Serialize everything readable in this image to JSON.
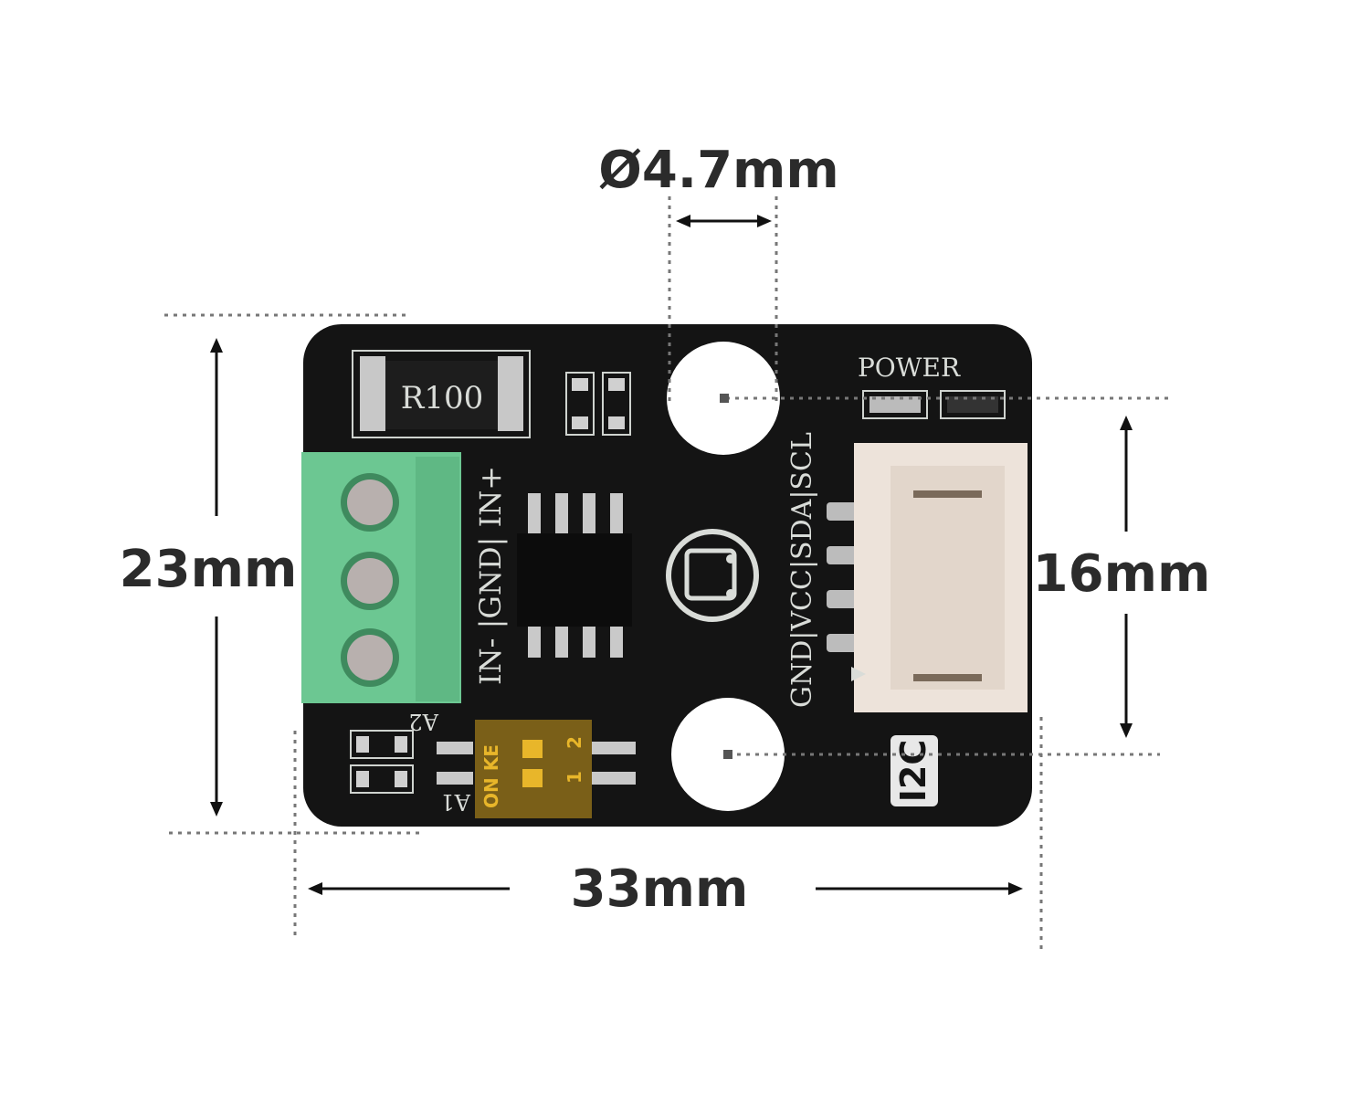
{
  "dimensions": {
    "hole_diameter": "Ø4.7mm",
    "board_height": "23mm",
    "hole_spacing": "16mm",
    "board_width": "33mm"
  },
  "board": {
    "resistor_label": "R100",
    "power_label": "POWER",
    "terminal_label": "IN- |GND| IN+",
    "connector_label": "GND|VCC|SDA|SCL",
    "i2c_label": "I2C",
    "switch_labels": {
      "a1": "A1",
      "a2": "A2",
      "on": "ON KE",
      "pos1": "1",
      "pos2": "2"
    }
  },
  "colors": {
    "board": "#141414",
    "terminal": "#6cc792",
    "connector": "#ede3da",
    "switch": "#8a6d1a"
  }
}
